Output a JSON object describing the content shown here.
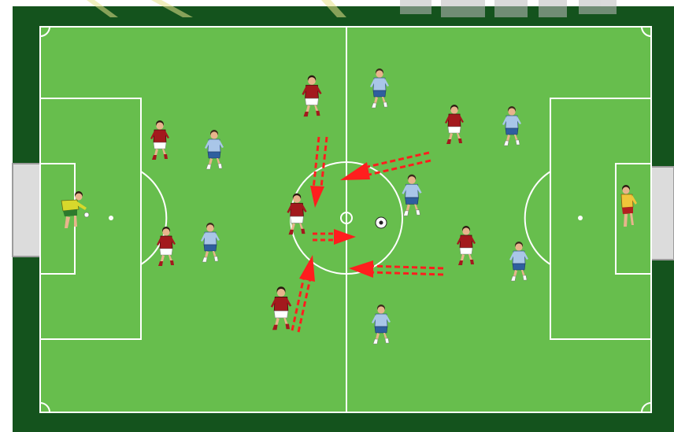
{
  "colors": {
    "frame": "#14531d",
    "pitch": "#67be4d",
    "lines": "#ffffff",
    "goal": "#dcdcdc",
    "red_kit": "#a3191d",
    "blue_kit": "#a9c6e8",
    "keeper_green": "#d7d82c",
    "keeper_red": "#f0c53a",
    "arrow": "#ff1e1e",
    "watermark": "#bcbcbc"
  },
  "players": {
    "red_team": [
      "red-player-top-mid",
      "red-player-left-upper",
      "red-player-left-lower",
      "red-player-center",
      "red-player-bottom-mid",
      "red-player-right-upper",
      "red-player-right-lower"
    ],
    "blue_team": [
      "blue-player-top",
      "blue-player-left-upper",
      "blue-player-left-lower",
      "blue-player-center",
      "blue-player-bottom",
      "blue-player-right-upper",
      "blue-player-right-lower"
    ],
    "goalkeepers": [
      "goalkeeper-left",
      "goalkeeper-right"
    ]
  },
  "ball": "ball",
  "arrows": [
    "arrow-from-top",
    "arrow-from-upper-right",
    "arrow-short-center",
    "arrow-from-lower-right",
    "arrow-from-bottom"
  ]
}
